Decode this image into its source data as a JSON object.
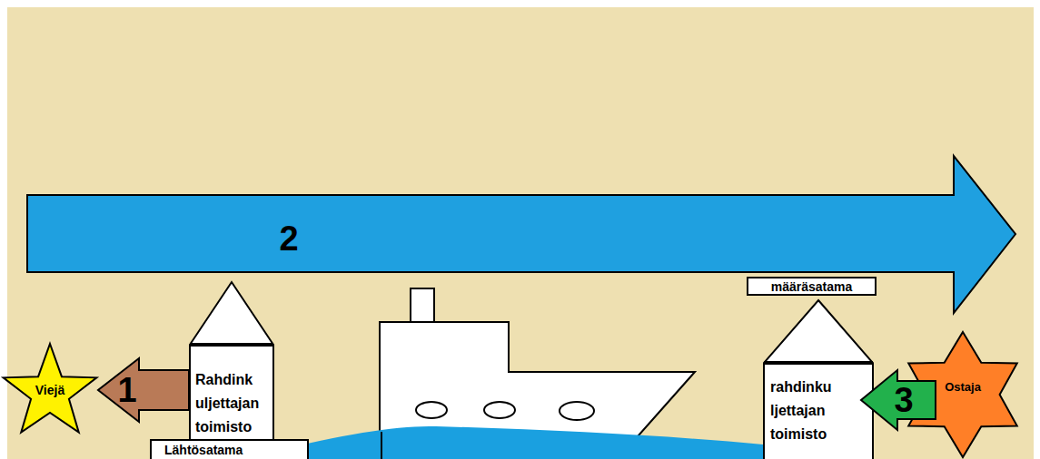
{
  "diagram": {
    "nodes": [
      {
        "text": [
          "Viejä"
        ]
      },
      {
        "text": [
          "Rahdink uljettajan toimisto"
        ]
      },
      {
        "text": [
          "Lähtösatama"
        ]
      },
      {
        "text": [
          "määräsatama"
        ]
      },
      {
        "text": [
          "rahdinku ljettajan toimisto"
        ]
      },
      {
        "text": [
          "Ostaja"
        ]
      }
    ],
    "edges": [
      {
        "from": 1,
        "to": 0,
        "arrow": "to",
        "label": "1"
      },
      {
        "from": 5,
        "to": 4,
        "arrow": "to",
        "label": "3"
      }
    ],
    "labels": [
      "2"
    ]
  }
}
